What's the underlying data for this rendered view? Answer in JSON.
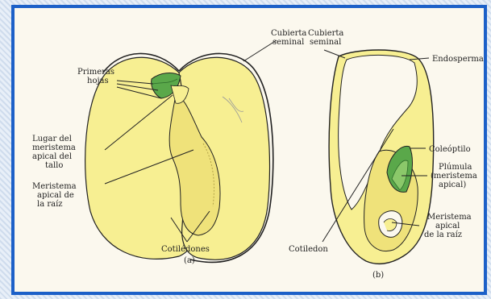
{
  "colors": {
    "frame": "#1c60c8",
    "seed": "#f7ef92",
    "green": "#5aa84a",
    "paper": "#fbf8ee"
  },
  "labels_a": {
    "primeras": [
      "Primeras",
      "hojas"
    ],
    "lugar": [
      "Lugar del",
      "meristema",
      "apical del",
      "tallo"
    ],
    "meristema_raiz": [
      "Meristema",
      "apical de",
      "la raíz"
    ],
    "cotiledones": "Cotilédones",
    "caption": "(a)",
    "cubierta": [
      "Cubierta",
      "seminal"
    ]
  },
  "labels_b": {
    "cubierta": [
      "Cubierta",
      "seminal"
    ],
    "endosperma": "Endosperma",
    "coleoptilo": "Coleóptilo",
    "plumula": [
      "Plúmula",
      "(meristema",
      "apical)"
    ],
    "meristema_raiz": [
      "Meristema",
      "apical",
      "de la raíz"
    ],
    "cotiledon": "Cotiledon",
    "caption": "(b)"
  }
}
